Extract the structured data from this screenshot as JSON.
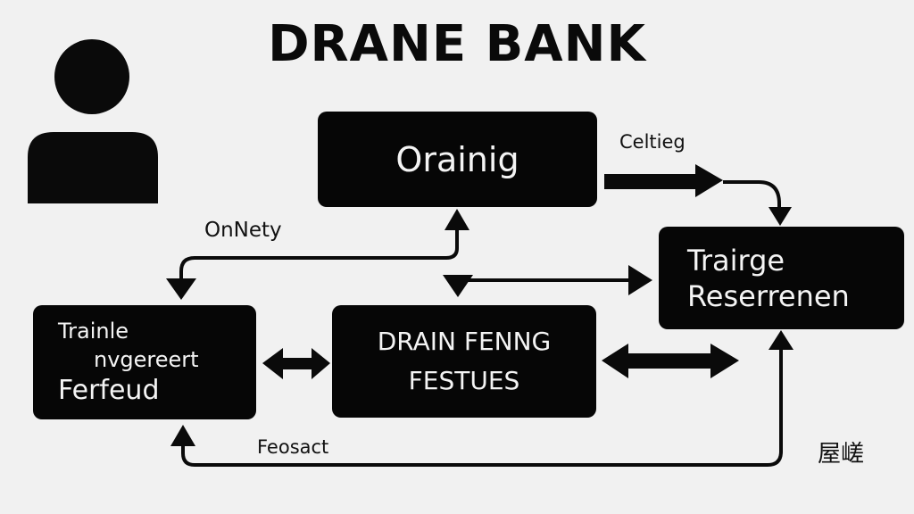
{
  "diagram": {
    "title": "DRANE BANK",
    "nodes": {
      "top": {
        "label": "Orainig"
      },
      "right": {
        "line1": "Trairge",
        "line2": "Reserrenen"
      },
      "left": {
        "line1": "Trainle",
        "line2": "nvgereert",
        "line3": "Ferfeud"
      },
      "center": {
        "line1": "DRAIN FENNG",
        "line2": "FESTUES"
      }
    },
    "edge_labels": {
      "onnety": "OnNety",
      "celtieg": "Celtieg",
      "feosact": "Feosact",
      "cjk": "屋嵯"
    }
  },
  "icons": {
    "user": "user-icon"
  },
  "colors": {
    "background": "#f1f1f1",
    "node_fill": "#060606",
    "node_text": "#f4f4f4",
    "line": "#0a0a0a"
  }
}
